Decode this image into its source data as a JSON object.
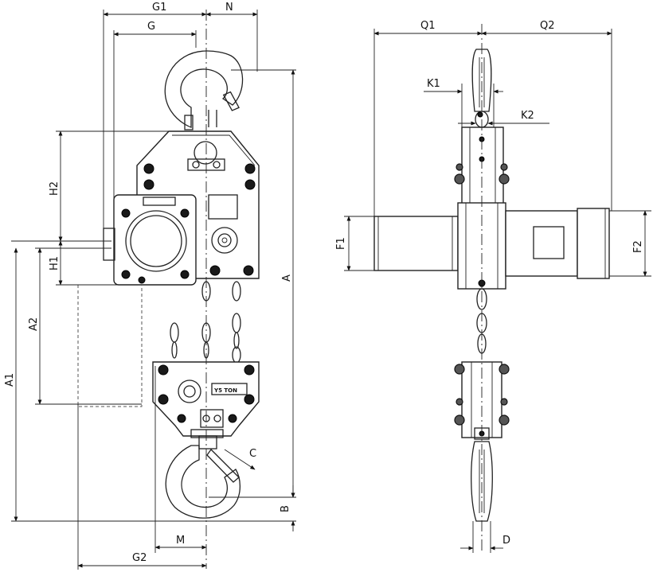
{
  "dimensions": {
    "g1": "G1",
    "g": "G",
    "n": "N",
    "h2": "H2",
    "h1": "H1",
    "a": "A",
    "a1": "A1",
    "a2": "A2",
    "b": "B",
    "c": "C",
    "m": "M",
    "g2": "G2",
    "q1": "Q1",
    "q2": "Q2",
    "k1": "K1",
    "k2": "K2",
    "f1": "F1",
    "f2": "F2",
    "d": "D"
  },
  "nameplate": "Y5 TON"
}
